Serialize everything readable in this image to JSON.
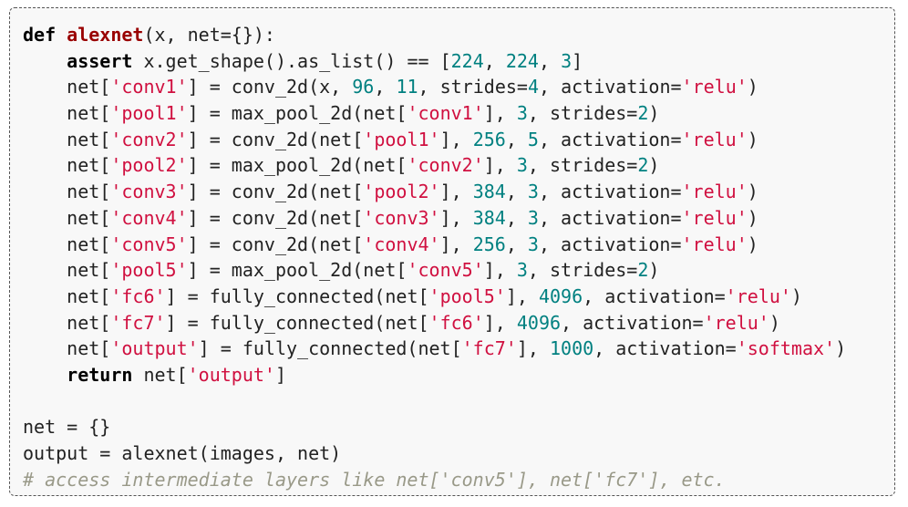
{
  "code_lines": [
    [
      {
        "t": "def",
        "c": "kw"
      },
      {
        "t": " "
      },
      {
        "t": "alexnet",
        "c": "fn"
      },
      {
        "t": "(x, net={}):"
      }
    ],
    [
      {
        "t": "    "
      },
      {
        "t": "assert",
        "c": "kw"
      },
      {
        "t": " x.get_shape().as_list() == ["
      },
      {
        "t": "224",
        "c": "num"
      },
      {
        "t": ", "
      },
      {
        "t": "224",
        "c": "num"
      },
      {
        "t": ", "
      },
      {
        "t": "3",
        "c": "num"
      },
      {
        "t": "]"
      }
    ],
    [
      {
        "t": "    net["
      },
      {
        "t": "'conv1'",
        "c": "str"
      },
      {
        "t": "] = conv_2d(x, "
      },
      {
        "t": "96",
        "c": "num"
      },
      {
        "t": ", "
      },
      {
        "t": "11",
        "c": "num"
      },
      {
        "t": ", strides="
      },
      {
        "t": "4",
        "c": "num"
      },
      {
        "t": ", activation="
      },
      {
        "t": "'relu'",
        "c": "str"
      },
      {
        "t": ")"
      }
    ],
    [
      {
        "t": "    net["
      },
      {
        "t": "'pool1'",
        "c": "str"
      },
      {
        "t": "] = max_pool_2d(net["
      },
      {
        "t": "'conv1'",
        "c": "str"
      },
      {
        "t": "], "
      },
      {
        "t": "3",
        "c": "num"
      },
      {
        "t": ", strides="
      },
      {
        "t": "2",
        "c": "num"
      },
      {
        "t": ")"
      }
    ],
    [
      {
        "t": "    net["
      },
      {
        "t": "'conv2'",
        "c": "str"
      },
      {
        "t": "] = conv_2d(net["
      },
      {
        "t": "'pool1'",
        "c": "str"
      },
      {
        "t": "], "
      },
      {
        "t": "256",
        "c": "num"
      },
      {
        "t": ", "
      },
      {
        "t": "5",
        "c": "num"
      },
      {
        "t": ", activation="
      },
      {
        "t": "'relu'",
        "c": "str"
      },
      {
        "t": ")"
      }
    ],
    [
      {
        "t": "    net["
      },
      {
        "t": "'pool2'",
        "c": "str"
      },
      {
        "t": "] = max_pool_2d(net["
      },
      {
        "t": "'conv2'",
        "c": "str"
      },
      {
        "t": "], "
      },
      {
        "t": "3",
        "c": "num"
      },
      {
        "t": ", strides="
      },
      {
        "t": "2",
        "c": "num"
      },
      {
        "t": ")"
      }
    ],
    [
      {
        "t": "    net["
      },
      {
        "t": "'conv3'",
        "c": "str"
      },
      {
        "t": "] = conv_2d(net["
      },
      {
        "t": "'pool2'",
        "c": "str"
      },
      {
        "t": "], "
      },
      {
        "t": "384",
        "c": "num"
      },
      {
        "t": ", "
      },
      {
        "t": "3",
        "c": "num"
      },
      {
        "t": ", activation="
      },
      {
        "t": "'relu'",
        "c": "str"
      },
      {
        "t": ")"
      }
    ],
    [
      {
        "t": "    net["
      },
      {
        "t": "'conv4'",
        "c": "str"
      },
      {
        "t": "] = conv_2d(net["
      },
      {
        "t": "'conv3'",
        "c": "str"
      },
      {
        "t": "], "
      },
      {
        "t": "384",
        "c": "num"
      },
      {
        "t": ", "
      },
      {
        "t": "3",
        "c": "num"
      },
      {
        "t": ", activation="
      },
      {
        "t": "'relu'",
        "c": "str"
      },
      {
        "t": ")"
      }
    ],
    [
      {
        "t": "    net["
      },
      {
        "t": "'conv5'",
        "c": "str"
      },
      {
        "t": "] = conv_2d(net["
      },
      {
        "t": "'conv4'",
        "c": "str"
      },
      {
        "t": "], "
      },
      {
        "t": "256",
        "c": "num"
      },
      {
        "t": ", "
      },
      {
        "t": "3",
        "c": "num"
      },
      {
        "t": ", activation="
      },
      {
        "t": "'relu'",
        "c": "str"
      },
      {
        "t": ")"
      }
    ],
    [
      {
        "t": "    net["
      },
      {
        "t": "'pool5'",
        "c": "str"
      },
      {
        "t": "] = max_pool_2d(net["
      },
      {
        "t": "'conv5'",
        "c": "str"
      },
      {
        "t": "], "
      },
      {
        "t": "3",
        "c": "num"
      },
      {
        "t": ", strides="
      },
      {
        "t": "2",
        "c": "num"
      },
      {
        "t": ")"
      }
    ],
    [
      {
        "t": "    net["
      },
      {
        "t": "'fc6'",
        "c": "str"
      },
      {
        "t": "] = fully_connected(net["
      },
      {
        "t": "'pool5'",
        "c": "str"
      },
      {
        "t": "], "
      },
      {
        "t": "4096",
        "c": "num"
      },
      {
        "t": ", activation="
      },
      {
        "t": "'relu'",
        "c": "str"
      },
      {
        "t": ")"
      }
    ],
    [
      {
        "t": "    net["
      },
      {
        "t": "'fc7'",
        "c": "str"
      },
      {
        "t": "] = fully_connected(net["
      },
      {
        "t": "'fc6'",
        "c": "str"
      },
      {
        "t": "], "
      },
      {
        "t": "4096",
        "c": "num"
      },
      {
        "t": ", activation="
      },
      {
        "t": "'relu'",
        "c": "str"
      },
      {
        "t": ")"
      }
    ],
    [
      {
        "t": "    net["
      },
      {
        "t": "'output'",
        "c": "str"
      },
      {
        "t": "] = fully_connected(net["
      },
      {
        "t": "'fc7'",
        "c": "str"
      },
      {
        "t": "], "
      },
      {
        "t": "1000",
        "c": "num"
      },
      {
        "t": ", activation="
      },
      {
        "t": "'softmax'",
        "c": "str"
      },
      {
        "t": ")"
      }
    ],
    [
      {
        "t": "    "
      },
      {
        "t": "return",
        "c": "kw"
      },
      {
        "t": " net["
      },
      {
        "t": "'output'",
        "c": "str"
      },
      {
        "t": "]"
      }
    ],
    [],
    [
      {
        "t": "net = {}"
      }
    ],
    [
      {
        "t": "output = alexnet(images, net)"
      }
    ],
    [
      {
        "t": "# access intermediate layers like net['conv5'], net['fc7'], etc.",
        "c": "cm"
      }
    ]
  ],
  "colors": {
    "background": "#f8f8f8",
    "border": "#555555",
    "text": "#222222",
    "keyword": "#000000",
    "function_name": "#990000",
    "string": "#d01040",
    "number": "#008080",
    "comment": "#999988"
  }
}
